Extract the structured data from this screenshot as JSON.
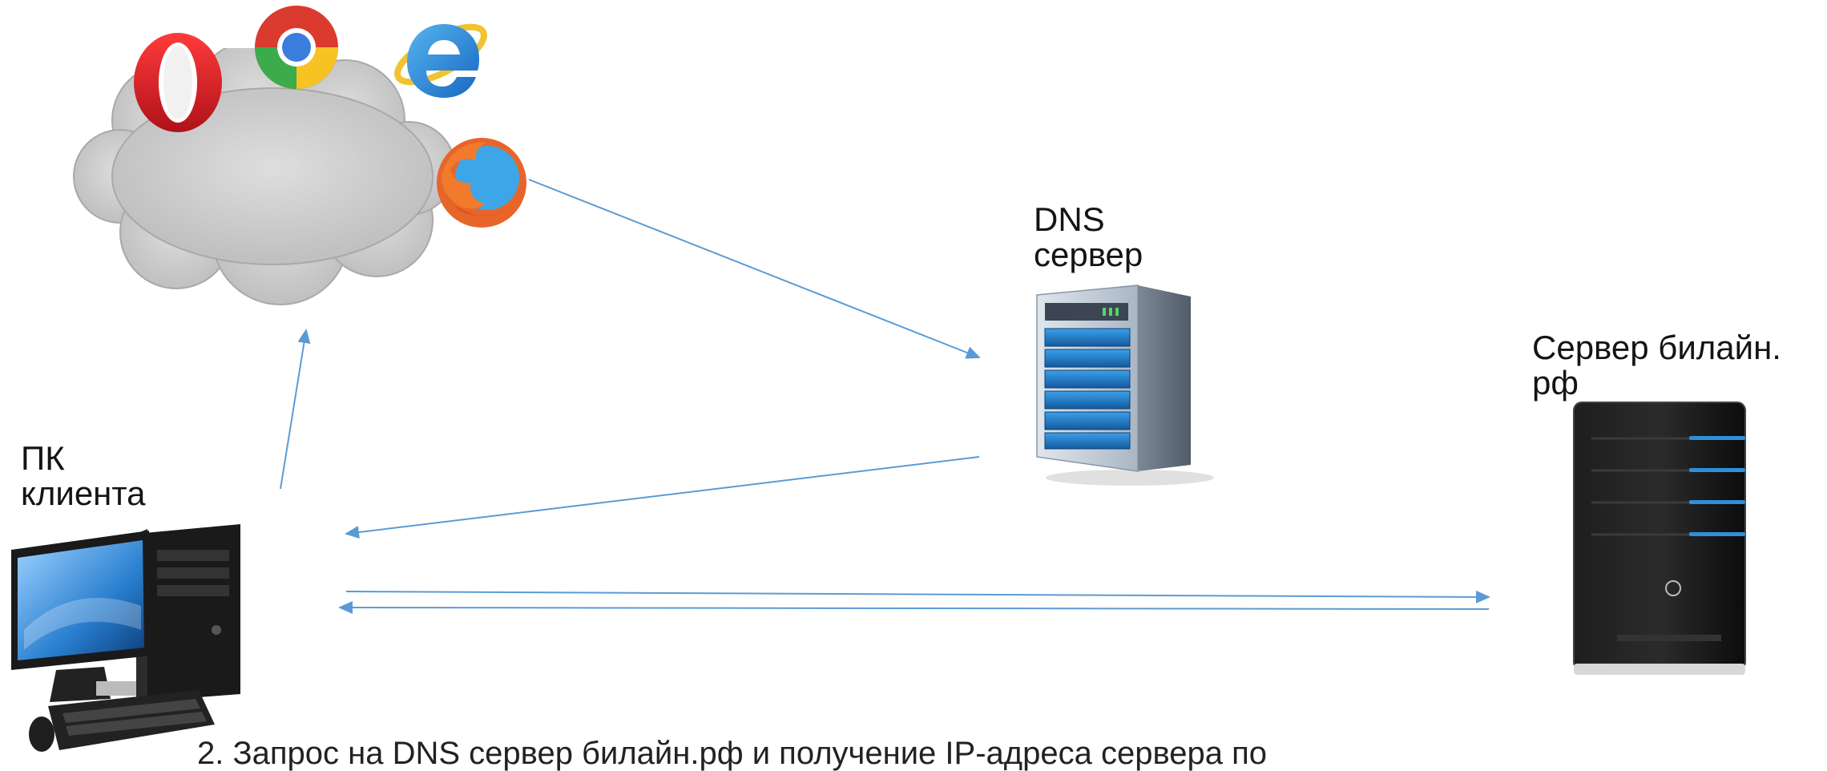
{
  "labels": {
    "dns_server": [
      "DNS",
      "сервер"
    ],
    "web_server": [
      "Сервер билайн.",
      "рф"
    ],
    "client_pc": [
      "ПК",
      "клиента"
    ]
  },
  "caption": "2. Запрос на DNS сервер билайн.рф и получение IP-адреса сервера по",
  "colors": {
    "arrow": "#5b9bd5",
    "cloud": "#c8c8c8",
    "server_blue": "#2f8fd8",
    "tower": "#1a1a1a"
  },
  "icons": [
    "cloud-icon",
    "opera-icon",
    "chrome-icon",
    "ie-icon",
    "firefox-icon",
    "dns-server-icon",
    "web-server-icon",
    "client-pc-icon"
  ]
}
